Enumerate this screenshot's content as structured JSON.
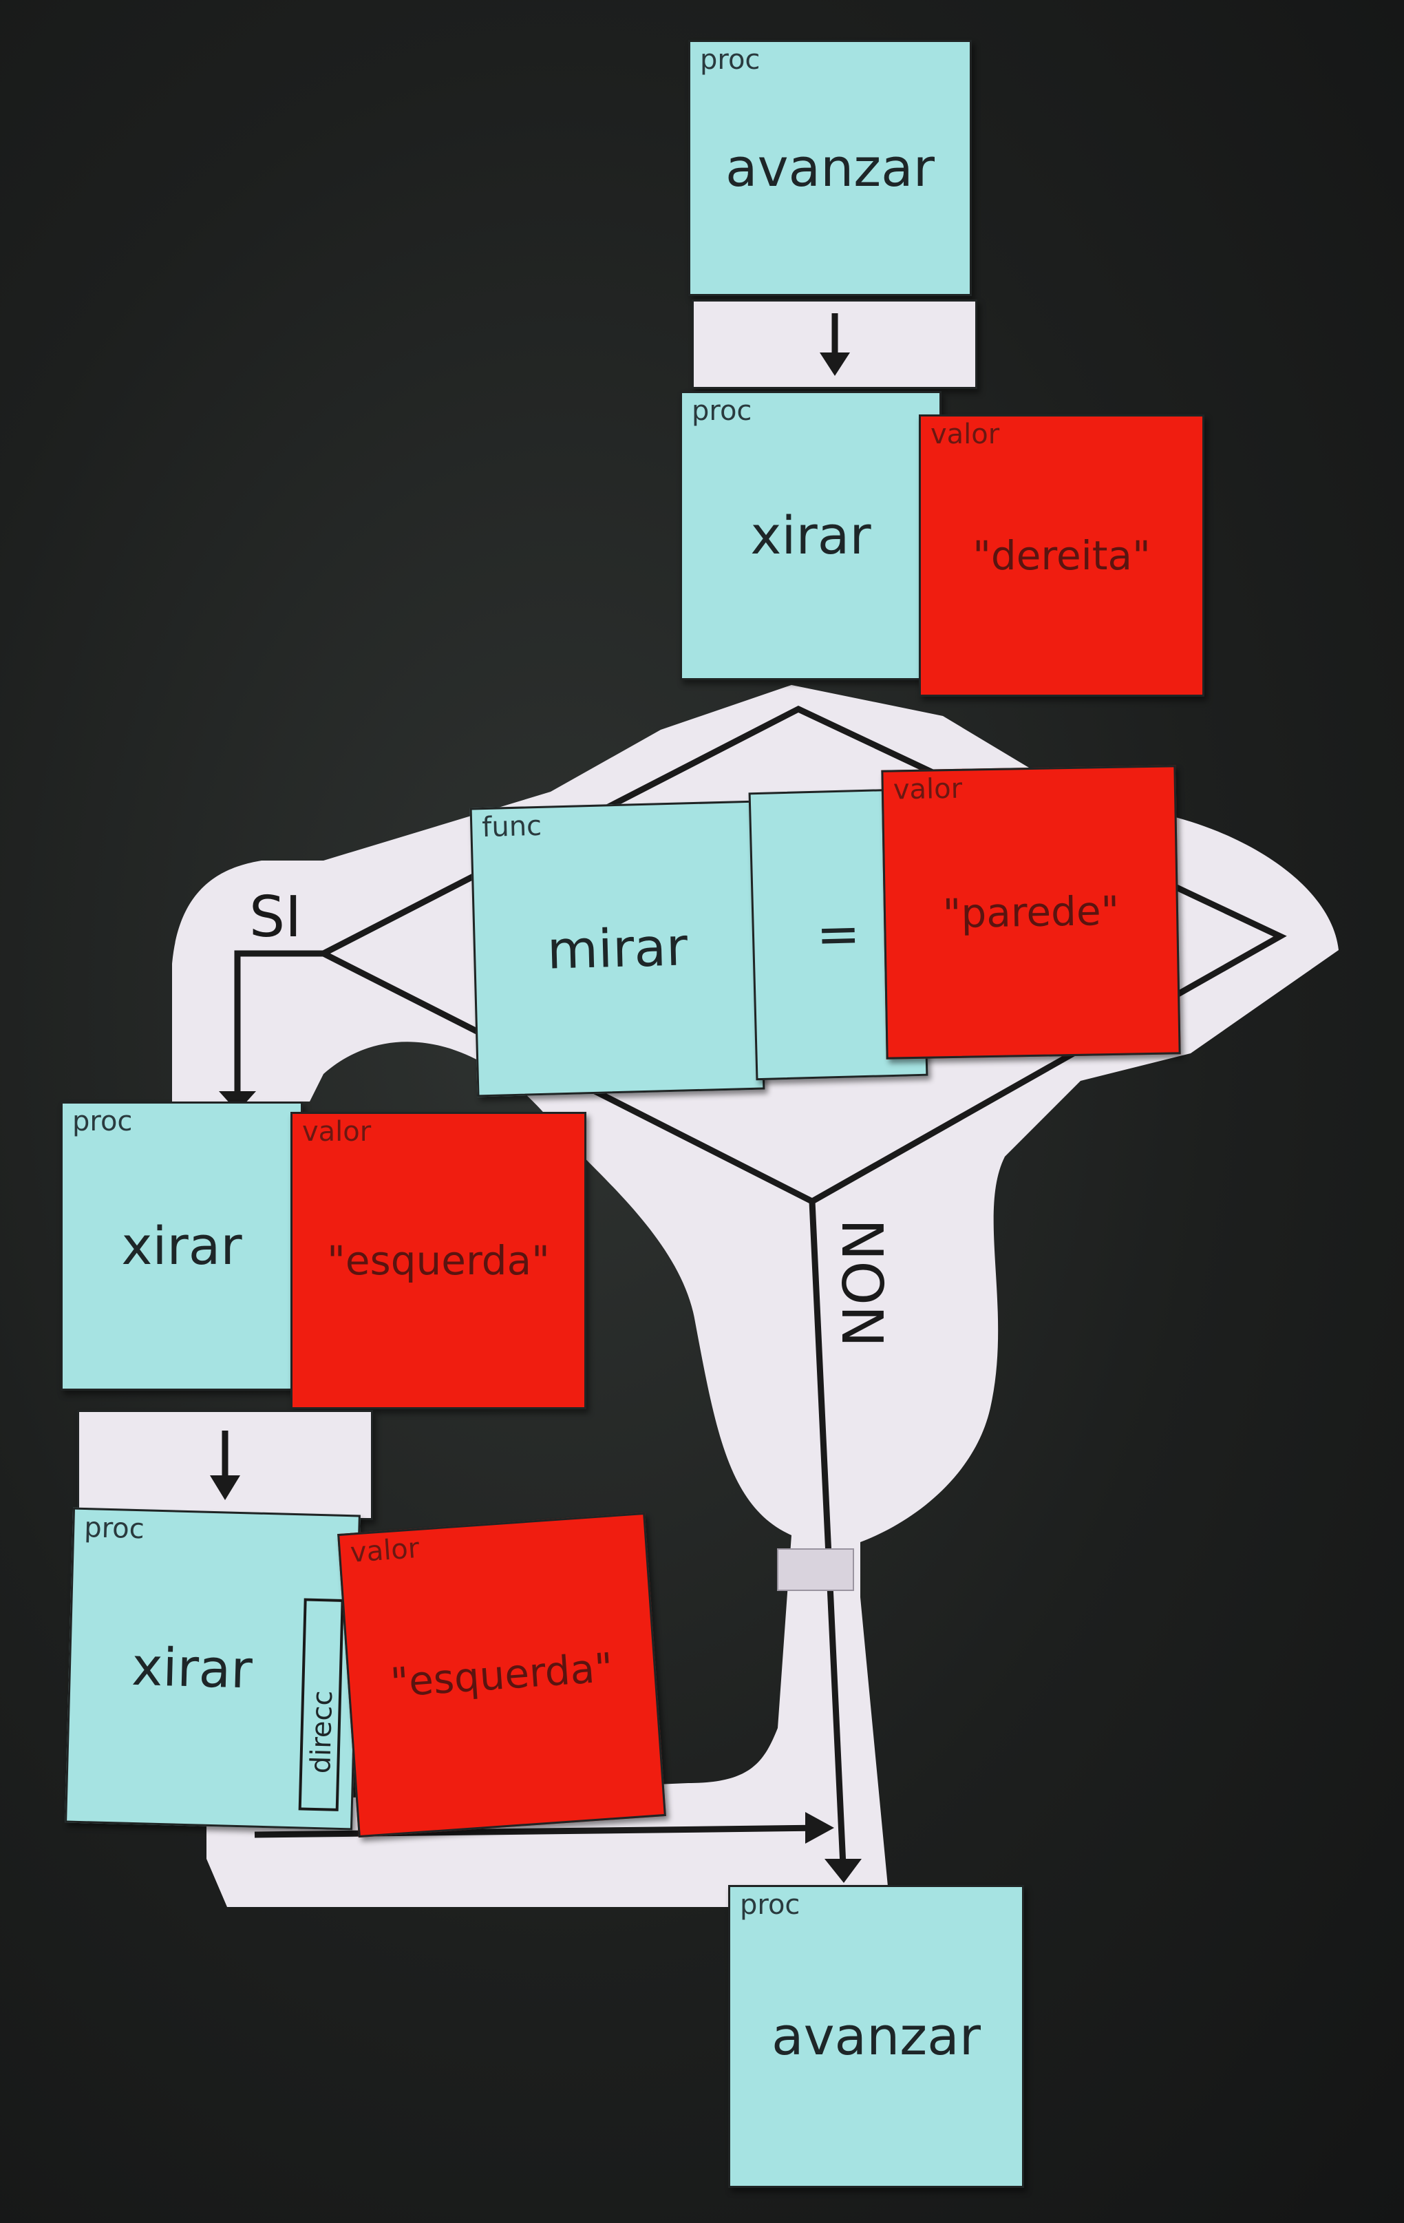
{
  "colors": {
    "board": "#1d1f1e",
    "proc_card": "#a6e3e2",
    "valor_card": "#f01d10",
    "paper": "#ece8ef",
    "ink": "#1a1a1a"
  },
  "blocks": {
    "step1": {
      "tag": "proc",
      "name": "avanzar"
    },
    "step2": {
      "tag": "proc",
      "name": "xirar",
      "arg_tag": "valor",
      "arg": "\"dereita\""
    },
    "condition": {
      "func_tag": "func",
      "func_name": "mirar",
      "operator": "=",
      "value_tag": "valor",
      "value": "\"parede\"",
      "yes_label": "SI",
      "no_label": "NON"
    },
    "yes_branch": [
      {
        "tag": "proc",
        "name": "xirar",
        "arg_tag": "valor",
        "arg": "\"esquerda\""
      },
      {
        "tag": "proc",
        "name": "xirar",
        "param_label": "direcc",
        "arg_tag": "valor",
        "arg": "\"esquerda\""
      }
    ],
    "after": {
      "tag": "proc",
      "name": "avanzar"
    }
  },
  "icons": {
    "connector": "arrow-down-icon",
    "flow": "flow-arrow-icon"
  }
}
